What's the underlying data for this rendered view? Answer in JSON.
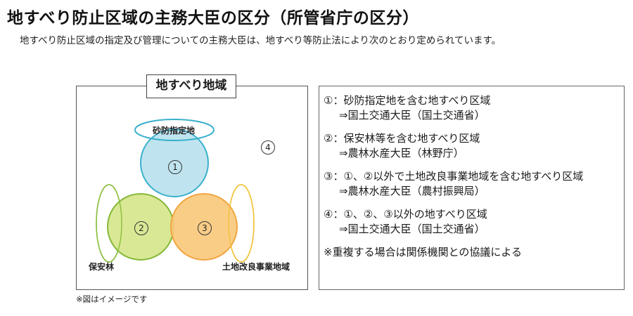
{
  "header": {
    "title": "地すべり防止区域の主務大臣の区分（所管省庁の区分）",
    "subtitle": "地すべり防止区域の指定及び管理についての主務大臣は、地すべり等防止法により次のとおり定められています。"
  },
  "diagram": {
    "region_label": "地すべり地域",
    "sabo_label": "砂防指定地",
    "forest_label": "保安林",
    "land_improvement_label": "土地改良事業地域",
    "circle_1": "1",
    "circle_2": "2",
    "circle_3": "3",
    "circle_4": "4",
    "note": "※図はイメージです",
    "colors": {
      "circle_1_fill": "#bfe4ef",
      "circle_1_stroke": "#3ab0cc",
      "circle_2_fill": "#d5e68a",
      "circle_2_stroke": "#86b83a",
      "circle_3_fill": "#fac87a",
      "circle_3_stroke": "#f0a640",
      "forest_stroke": "#8cbf3f",
      "land_stroke": "#f2c23a"
    }
  },
  "legend": {
    "entries": [
      {
        "head": "①：砂防指定地を含む地すべり区域",
        "minister": "⇒国土交通大臣（国土交通省）"
      },
      {
        "head": "②：保安林等を含む地すべり区域",
        "minister": "⇒農林水産大臣（林野庁）"
      },
      {
        "head": "③：①、②以外で土地改良事業地域を含む地すべり区域",
        "minister": "⇒農林水産大臣（農村振興局）"
      },
      {
        "head": "④：①、②、③以外の地すべり区域",
        "minister": "⇒国土交通大臣（国土交通省）"
      }
    ],
    "footnote": "※重複する場合は関係機関との協議による"
  }
}
